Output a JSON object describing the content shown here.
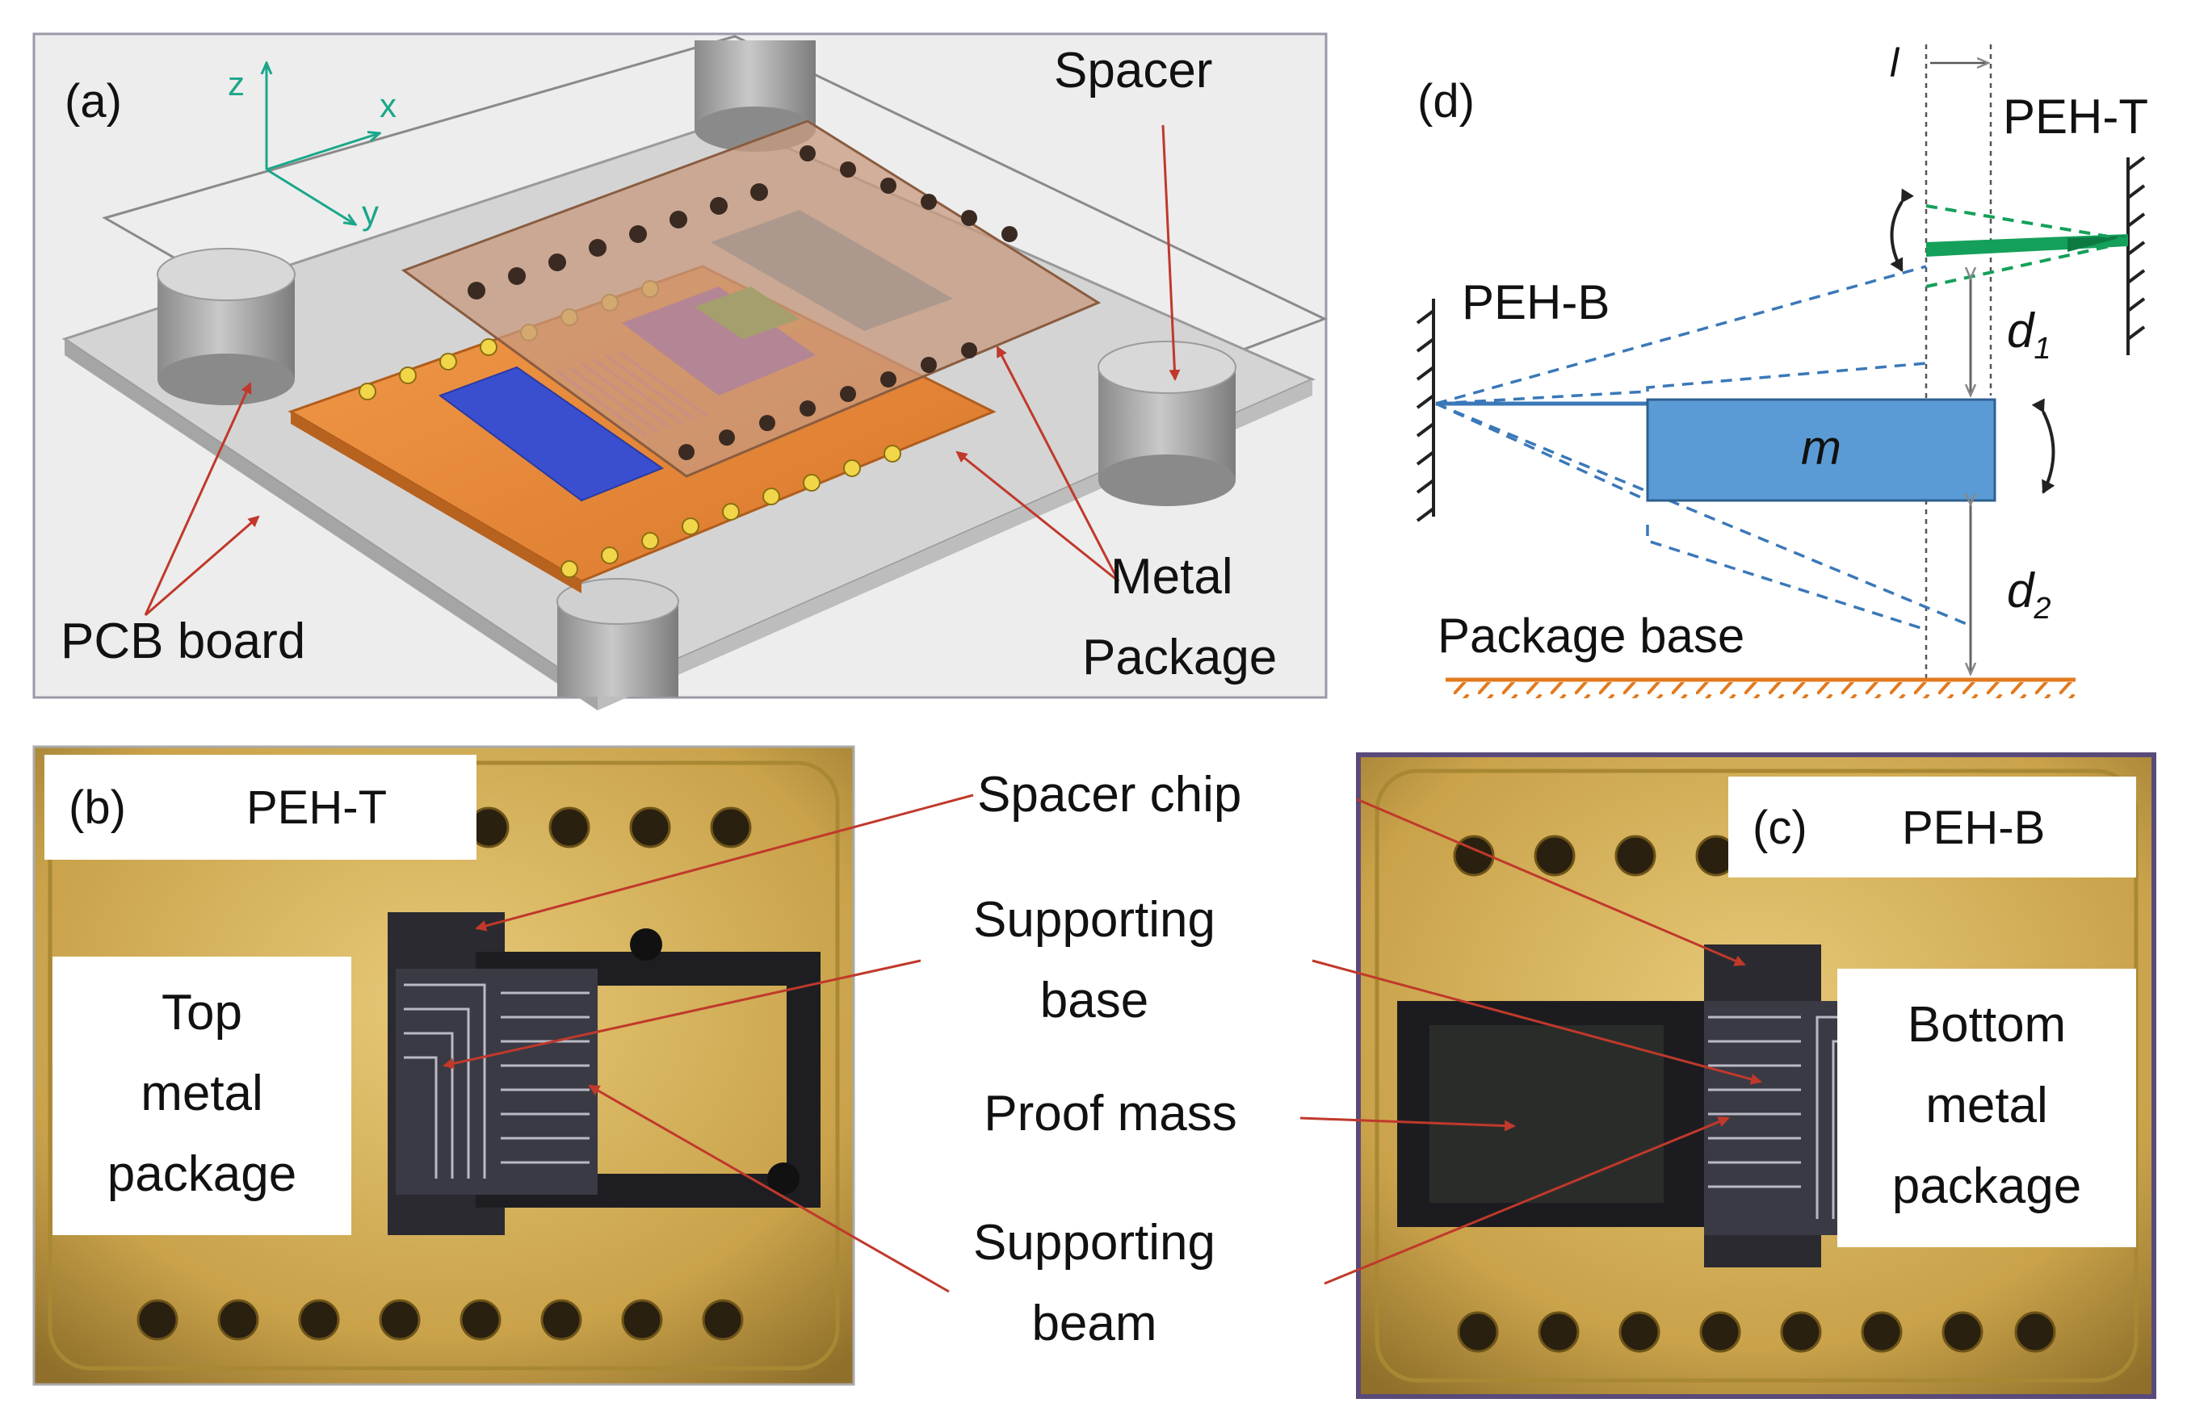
{
  "panel_a": {
    "tag": "(a)",
    "axis_z": "z",
    "axis_x": "x",
    "axis_y": "y",
    "spacer": "Spacer",
    "pcb_board": "PCB board",
    "metal_package_line1": "Metal",
    "metal_package_line2": "Package"
  },
  "panel_d": {
    "tag": "(d)",
    "offset_l": "l",
    "peh_t": "PEH-T",
    "peh_b": "PEH-B",
    "mass": "m",
    "gap_d1": "d",
    "gap_d1_sub": "1",
    "gap_d2": "d",
    "gap_d2_sub": "2",
    "package_base": "Package base"
  },
  "panel_b": {
    "tag": "(b)",
    "title": "PEH-T",
    "caption_line1": "Top",
    "caption_line2": "metal",
    "caption_line3": "package"
  },
  "panel_c": {
    "tag": "(c)",
    "title": "PEH-B",
    "caption_line1": "Bottom",
    "caption_line2": "metal",
    "caption_line3": "package"
  },
  "center_labels": {
    "spacer_chip": "Spacer chip",
    "supporting_base_line1": "Supporting",
    "supporting_base_line2": "base",
    "proof_mass": "Proof mass",
    "supporting_beam_line1": "Supporting",
    "supporting_beam_line2": "beam"
  },
  "colors": {
    "annotation_arrow": "#c0392b",
    "package_orange": "#e8893a",
    "spacer_brown": "#c89a7e",
    "gold_package": "#c9a24a",
    "mass_blue": "#5b9bd5",
    "beam_dashed_blue": "#3a78b8",
    "peh_t_green": "#14a05a",
    "base_hatch_orange": "#e27a1f",
    "axis_teal": "#1aa68a"
  }
}
